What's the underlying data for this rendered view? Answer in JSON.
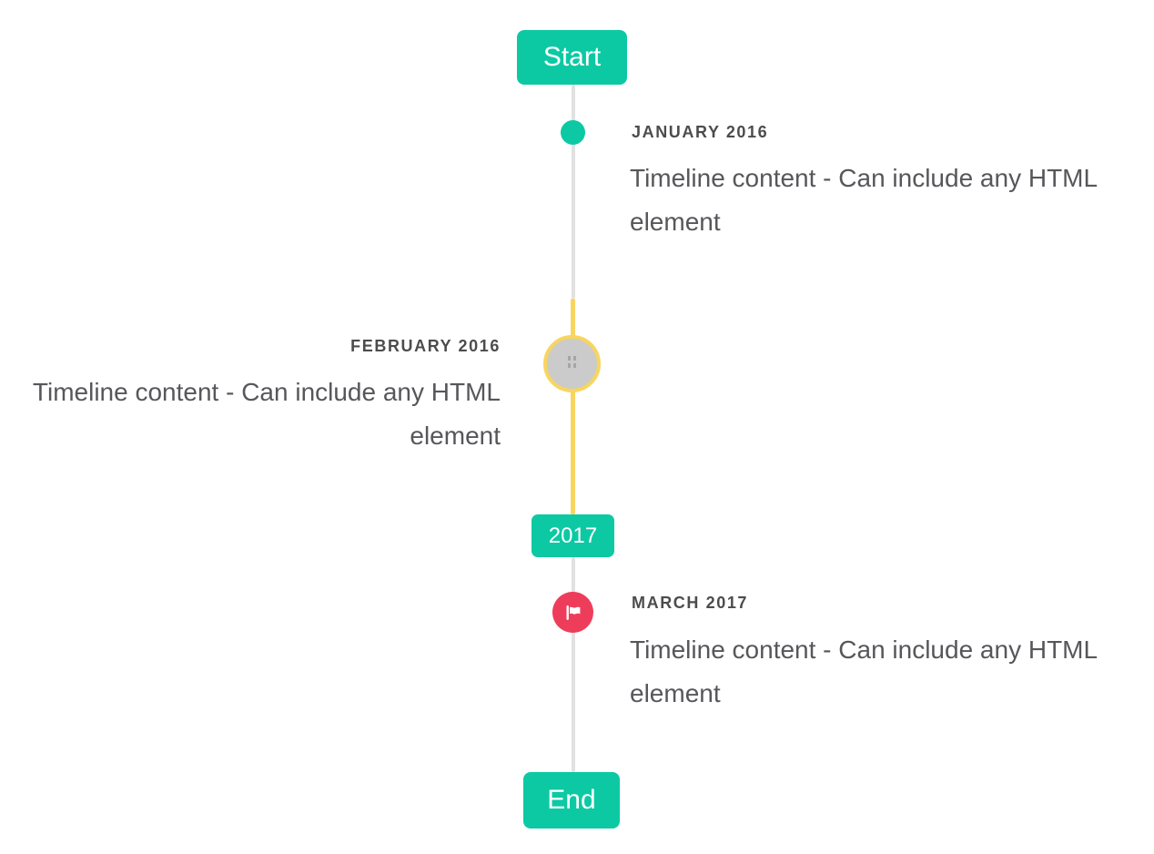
{
  "timeline": {
    "start_badge": "Start",
    "year_badge": "2017",
    "end_badge": "End",
    "items": [
      {
        "title": "JANUARY 2016",
        "content": "Timeline content - Can include any HTML element",
        "side": "right",
        "marker": "teal-dot"
      },
      {
        "title": "FEBRUARY 2016",
        "content": "Timeline content - Can include any HTML element",
        "side": "left",
        "marker": "gray-image-circle-yellow-ring"
      },
      {
        "title": "MARCH 2017",
        "content": "Timeline content - Can include any HTML element",
        "side": "right",
        "marker": "red-flag-circle"
      }
    ],
    "colors": {
      "accent_teal": "#0CC9A4",
      "highlight_yellow": "#F8D55E",
      "flag_red": "#EE3D5B",
      "line_gray": "#E1E1E1",
      "circle_gray": "#CBCBCB",
      "title_text": "#4C4C4C",
      "content_text": "#57575B"
    }
  }
}
